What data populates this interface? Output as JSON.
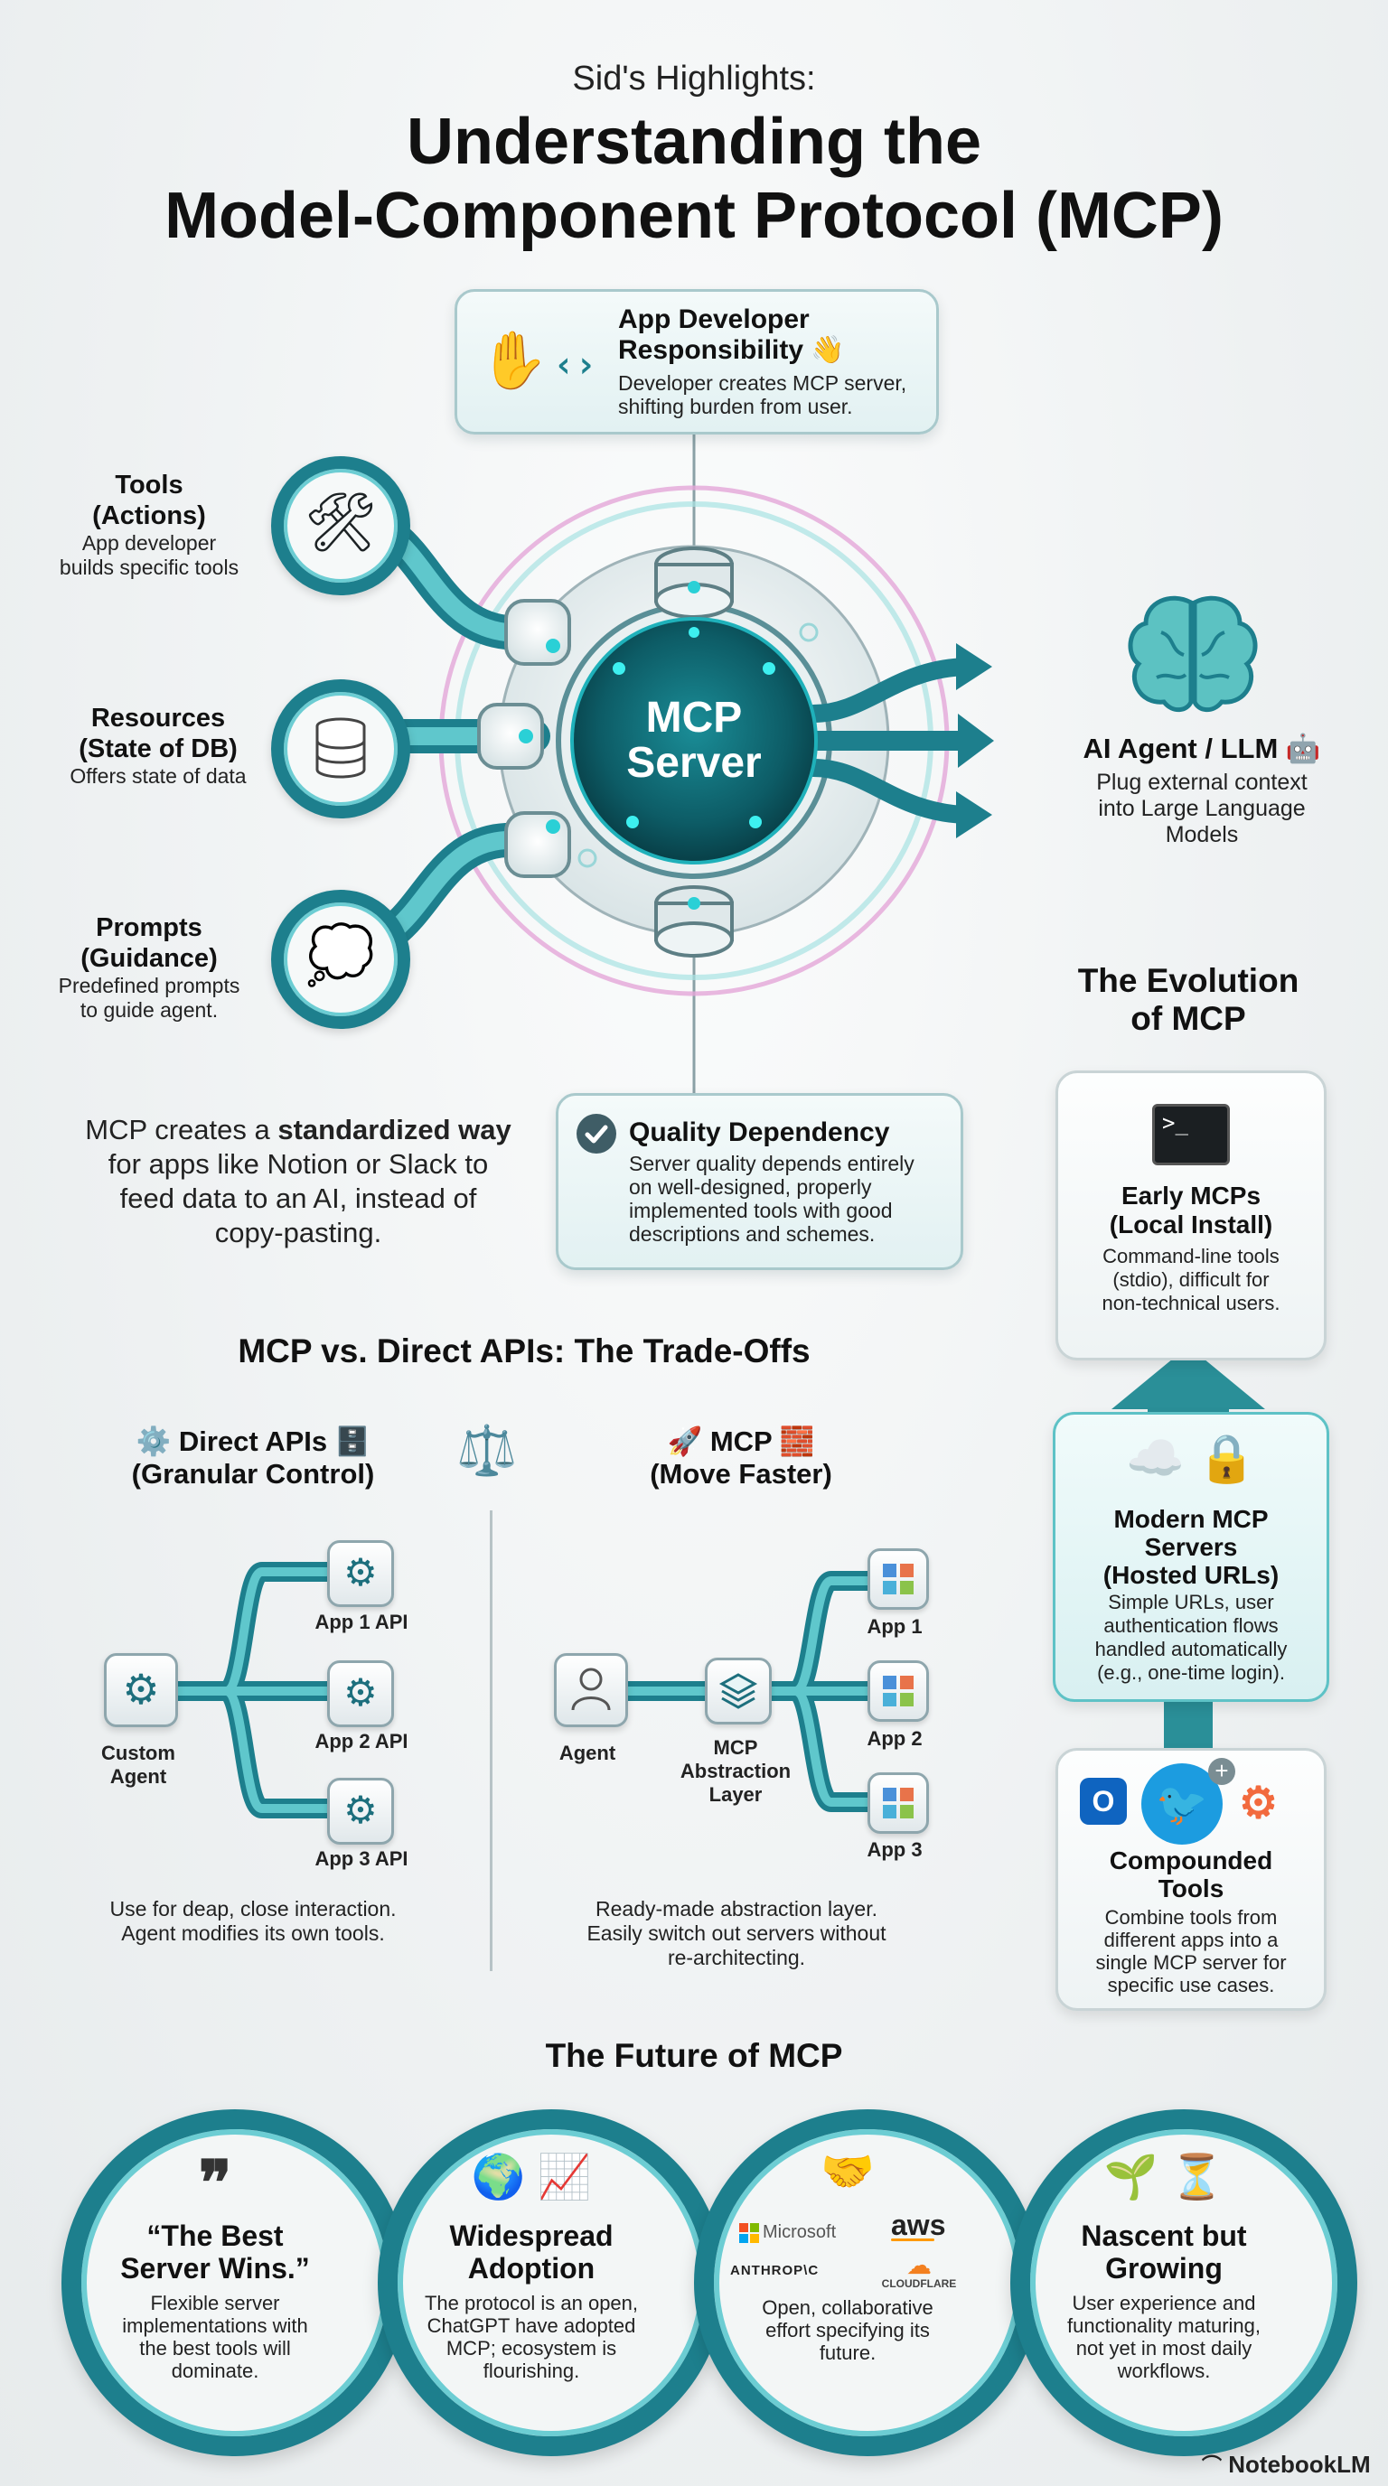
{
  "header": {
    "subtitle": "Sid's Highlights:",
    "title_line1": "Understanding the",
    "title_line2": "Model-Component Protocol (MCP)"
  },
  "developer_card": {
    "title_line1": "App Developer",
    "title_line2": "Responsibility",
    "desc_line1": "Developer creates MCP server,",
    "desc_line2": "shifting burden from user."
  },
  "inputs": [
    {
      "title_line1": "Tools",
      "title_line2": "(Actions)",
      "desc_line1": "App developer",
      "desc_line2": "builds specific tools",
      "icon": "tools-icon"
    },
    {
      "title_line1": "Resources",
      "title_line2": "(State of DB)",
      "desc_line1": "Offers state of data",
      "desc_line2": "",
      "icon": "database-icon"
    },
    {
      "title_line1": "Prompts",
      "title_line2": "(Guidance)",
      "desc_line1": "Predefined prompts",
      "desc_line2": "to guide agent.",
      "icon": "thought-bubble-icon"
    }
  ],
  "server": {
    "line1": "MCP",
    "line2": "Server"
  },
  "agent": {
    "title": "AI Agent / LLM",
    "desc_line1": "Plug external context",
    "desc_line2": "into Large Language",
    "desc_line3": "Models"
  },
  "summary": {
    "line1_pre": "MCP creates a ",
    "line1_bold": "standardized way",
    "line2": "for apps like Notion or Slack to",
    "line3": "feed data to an AI, instead of",
    "line4": "copy-pasting."
  },
  "quality_card": {
    "title": "Quality Dependency",
    "desc_line1": "Server quality depends entirely",
    "desc_line2": "on well-designed, properly",
    "desc_line3": "implemented tools with good",
    "desc_line4": "descriptions and schemes."
  },
  "tradeoffs": {
    "title": "MCP vs. Direct APIs: The Trade-Offs",
    "direct": {
      "heading_line1": "Direct APIs",
      "heading_line2": "(Granular Control)",
      "agent_label_line1": "Custom",
      "agent_label_line2": "Agent",
      "apis": [
        "App 1 API",
        "App 2 API",
        "App 3 API"
      ],
      "desc_line1": "Use for deap, close interaction.",
      "desc_line2": "Agent modifies its own tools."
    },
    "mcp": {
      "heading_line1": "MCP",
      "heading_line2": "(Move Faster)",
      "agent_label": "Agent",
      "layer_label_line1": "MCP",
      "layer_label_line2": "Abstraction",
      "layer_label_line3": "Layer",
      "apps": [
        "App 1",
        "App 2",
        "App 3"
      ],
      "desc_line1": "Ready-made abstraction layer.",
      "desc_line2": "Easily switch out servers without",
      "desc_line3": "re-architecting."
    }
  },
  "evolution": {
    "title_line1": "The Evolution",
    "title_line2": "of MCP",
    "early": {
      "title_line1": "Early MCPs",
      "title_line2": "(Local Install)",
      "desc_line1": "Command-line tools",
      "desc_line2": "(stdio), difficult for",
      "desc_line3": "non-technical users.",
      "terminal_prompt": ">_"
    },
    "modern": {
      "title_line1": "Modern MCP",
      "title_line2": "Servers",
      "title_line3": "(Hosted URLs)",
      "desc_line1": "Simple URLs, user",
      "desc_line2": "authentication flows",
      "desc_line3": "handled automatically",
      "desc_line4": "(e.g., one-time login)."
    },
    "compound": {
      "title_line1": "Compounded",
      "title_line2": "Tools",
      "desc_line1": "Combine tools from",
      "desc_line2": "different apps into a",
      "desc_line3": "single MCP server for",
      "desc_line4": "specific use cases."
    }
  },
  "future": {
    "title": "The Future of MCP",
    "items": [
      {
        "title_line1": "“The Best",
        "title_line2": "Server Wins.”",
        "desc_line1": "Flexible server",
        "desc_line2": "implementations with",
        "desc_line3": "the best tools will",
        "desc_line4": "dominate."
      },
      {
        "title_line1": "Widespread",
        "title_line2": "Adoption",
        "desc_line1": "The protocol is an open,",
        "desc_line2": "ChatGPT have adopted",
        "desc_line3": "MCP; ecosystem is",
        "desc_line4": "flourishing."
      },
      {
        "title_line1": "",
        "title_line2": "",
        "desc_line1": "Open, collaborative",
        "desc_line2": "effort specifying its",
        "desc_line3": "future.",
        "desc_line4": ""
      },
      {
        "title_line1": "Nascent but",
        "title_line2": "Growing",
        "desc_line1": "User experience and",
        "desc_line2": "functionality maturing,",
        "desc_line3": "not yet in most daily",
        "desc_line4": "workflows."
      }
    ],
    "logos": {
      "microsoft": "Microsoft",
      "aws": "aws",
      "anthropic": "ANTHROP\\C",
      "cloudflare": "CLOUDFLARE"
    }
  },
  "footer": {
    "brand": "NotebookLM"
  },
  "colors": {
    "teal_dark": "#1d7f8d",
    "teal_light": "#6ccdd3",
    "pink_ring": "#e3a6d8"
  }
}
